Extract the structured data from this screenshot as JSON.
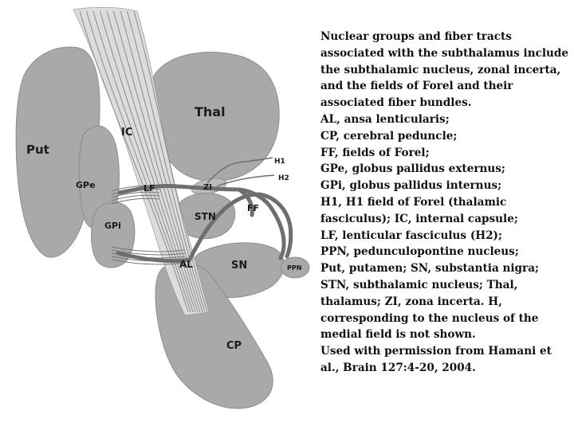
{
  "diagram": {
    "labels": {
      "put": "Put",
      "gpe": "GPe",
      "gpi": "GPi",
      "ic": "IC",
      "thal": "Thal",
      "lf": "LF",
      "zi": "ZI",
      "stn": "STN",
      "ff": "FF",
      "h1": "H1",
      "h2": "H2",
      "al": "AL",
      "sn": "SN",
      "ppn": "PPN",
      "cp": "CP"
    },
    "colors": {
      "structure": "#a9a9a9",
      "structure_light": "#bdbdbd",
      "fiber": "#dcdcdc",
      "tract": "#6e6e6e",
      "shadow": "#8c8c8c"
    }
  },
  "caption": {
    "lines": [
      "Nuclear groups and fiber tracts",
      "associated with the subthalamus include",
      "the subthalamic nucleus, zonal incerta,",
      "and the fields of Forel and their",
      "associated fiber bundles.",
      "AL, ansa lenticularis;",
      "CP, cerebral peduncle;",
      "FF, fields of Forel;",
      "GPe, globus pallidus externus;",
      "GPi, globus pallidus internus;",
      "H1, H1 field of Forel (thalamic",
      "fasciculus); IC, internal capsule;",
      "LF, lenticular fasciculus (H2);",
      "PPN, pedunculopontine nucleus;",
      "Put, putamen; SN, substantia nigra;",
      "STN, subthalamic nucleus; Thal,",
      "thalamus; ZI, zona incerta. H,",
      "corresponding to the nucleus of the",
      "medial field is not shown.",
      "Used with permission from Hamani et",
      "al., Brain 127:4-20, 2004."
    ]
  }
}
